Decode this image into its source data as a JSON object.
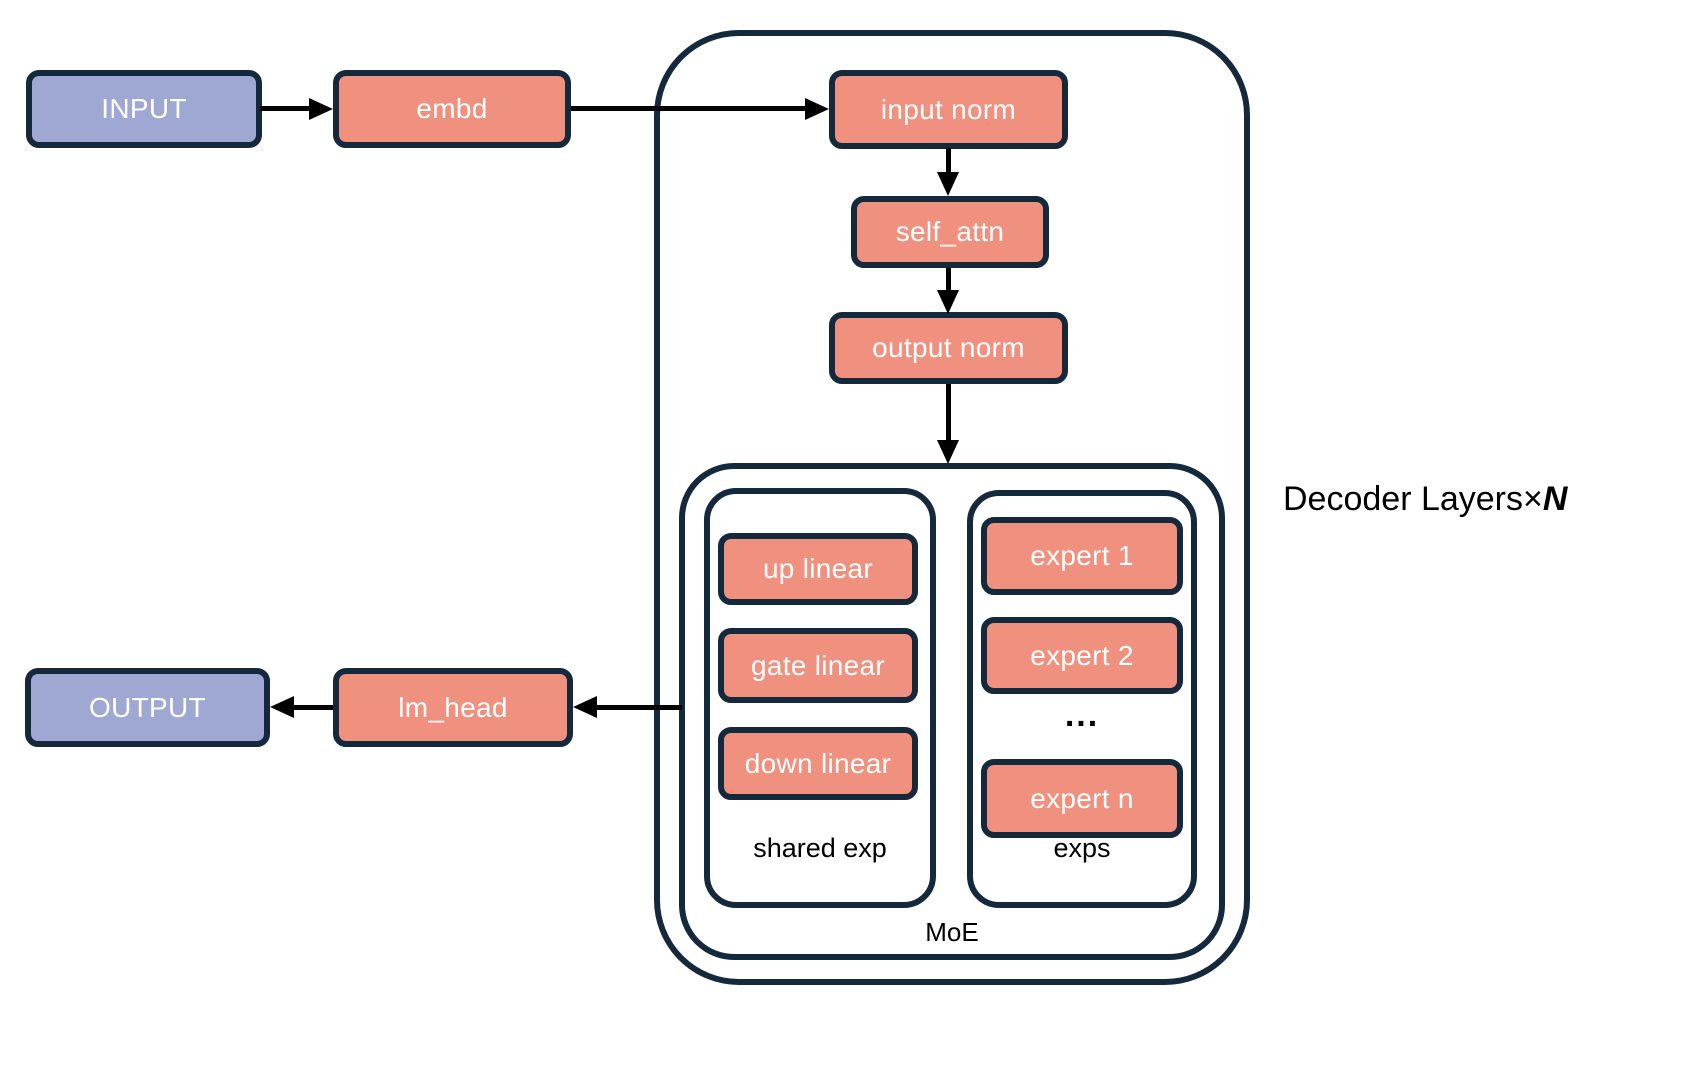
{
  "colors": {
    "box_pink": "#F0917F",
    "box_purple": "#9FA8D2",
    "border_navy": "#14293C",
    "arrow_black": "#000000",
    "label_black": "#000000",
    "background": "#FFFFFF"
  },
  "nodes": {
    "input": "INPUT",
    "embd": "embd",
    "input_norm": "input norm",
    "self_attn": "self_attn",
    "output_norm": "output norm",
    "up_linear": "up linear",
    "gate_linear": "gate linear",
    "down_linear": "down linear",
    "expert_1": "expert 1",
    "expert_2": "expert 2",
    "expert_ellipsis": "...",
    "expert_n": "expert n",
    "lm_head": "lm_head",
    "output": "OUTPUT"
  },
  "labels": {
    "shared_exp": "shared exp",
    "exps": "exps",
    "moe": "MoE",
    "decoder_prefix": "Decoder Layers×",
    "decoder_n": "N"
  }
}
